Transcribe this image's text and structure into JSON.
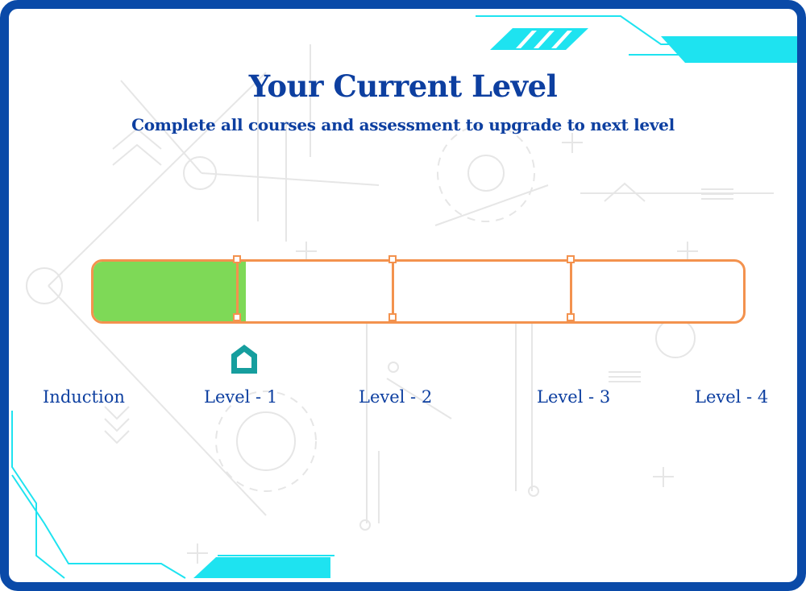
{
  "header": {
    "title": "Your Current Level",
    "subtitle": "Complete all courses and assessment to upgrade to next level"
  },
  "progress": {
    "current_level": "Level - 1",
    "current_level_index": 1,
    "fill_fraction": 0.235,
    "levels": [
      {
        "label": "Induction"
      },
      {
        "label": "Level - 1"
      },
      {
        "label": "Level - 2"
      },
      {
        "label": "Level - 3"
      },
      {
        "label": "Level - 4"
      }
    ]
  },
  "colors": {
    "frame": "#0a4aa8",
    "heading": "#0d3fa0",
    "track_border": "#f3924e",
    "fill": "#7ed957",
    "marker": "#169e9e",
    "accent": "#1ee3f0",
    "decor": "#e4e4e4"
  },
  "icons": {
    "marker": "home-pin-icon"
  }
}
